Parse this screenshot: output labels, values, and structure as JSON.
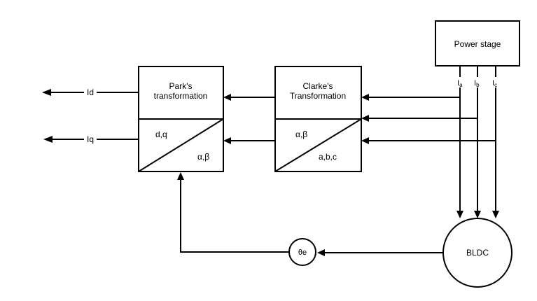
{
  "diagram": {
    "power_stage": {
      "label": "Power stage"
    },
    "phases": {
      "a": {
        "main": "I",
        "sub": "a"
      },
      "b": {
        "main": "I",
        "sub": "b"
      },
      "c": {
        "main": "I",
        "sub": "c"
      }
    },
    "clarke": {
      "title_line1": "Clarke's",
      "title_line2": "Transformation",
      "output_label": "α,β",
      "input_label": "a,b,c"
    },
    "park": {
      "title_line1": "Park's",
      "title_line2": "transformation",
      "output_label": "d,q",
      "input_label": "α,β"
    },
    "outputs": {
      "id": "Id",
      "iq": "Iq"
    },
    "motor": {
      "label": "BLDC"
    },
    "angle": {
      "label": "θe"
    }
  }
}
